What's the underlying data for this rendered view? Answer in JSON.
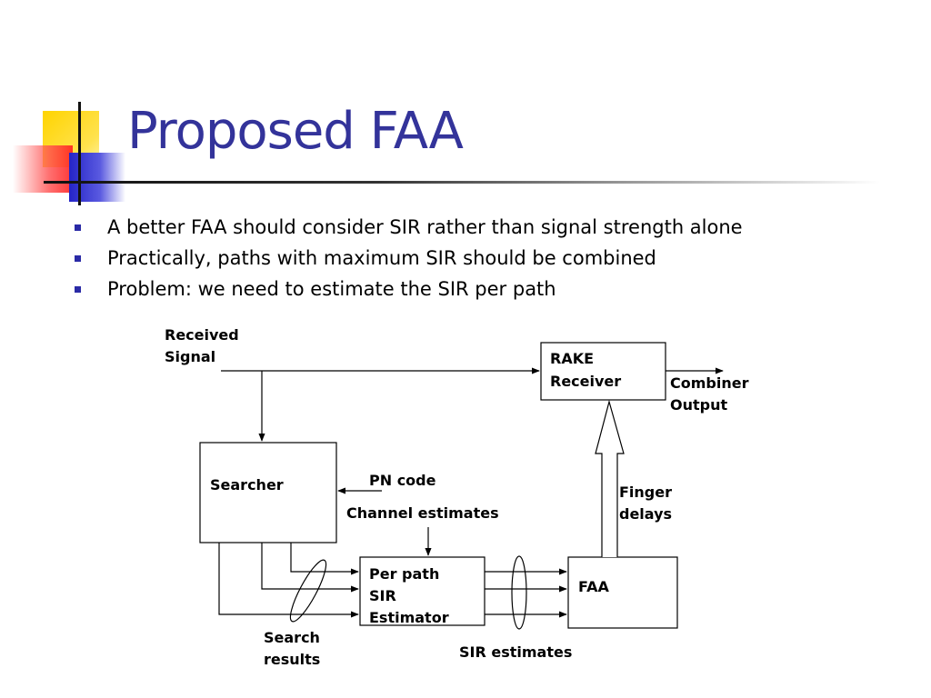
{
  "title": "Proposed FAA",
  "bullets": [
    "A better FAA should consider SIR rather than signal strength alone",
    "Practically, paths with maximum SIR should be combined",
    "Problem: we need to estimate the SIR per path"
  ],
  "diagram": {
    "received_signal": [
      "Received",
      "Signal"
    ],
    "rake_receiver": [
      "RAKE",
      "Receiver"
    ],
    "combiner_output": [
      "Combiner",
      "Output"
    ],
    "searcher": "Searcher",
    "pn_code": "PN code",
    "channel_estimates": "Channel estimates",
    "finger_delays": [
      "Finger",
      "delays"
    ],
    "per_path_sir_estimator": [
      "Per path",
      "SIR",
      "Estimator"
    ],
    "faa": "FAA",
    "search_results": [
      "Search",
      "results"
    ],
    "sir_estimates": "SIR estimates"
  }
}
